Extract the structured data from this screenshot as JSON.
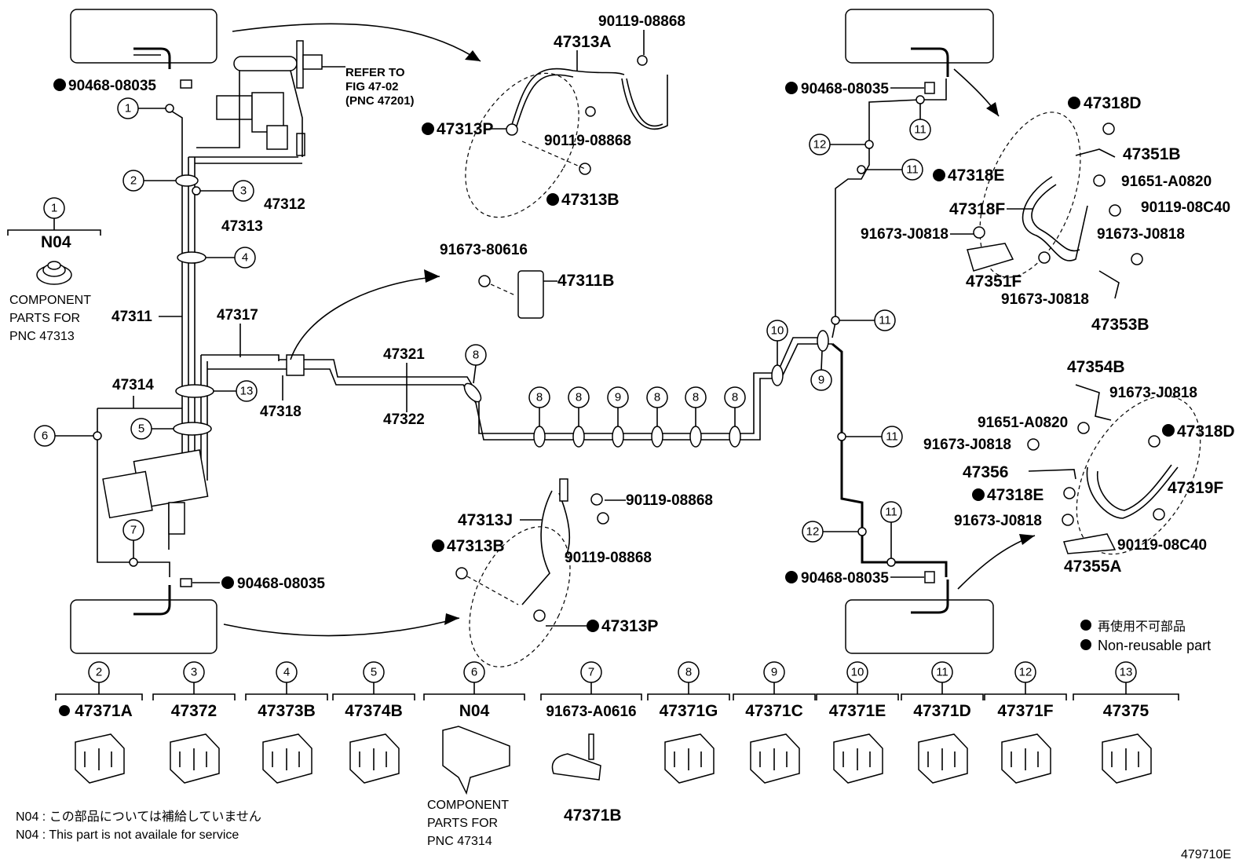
{
  "labels": {
    "p90468_tl": "90468-08035",
    "p90468_bl": "90468-08035",
    "p90468_tr": "90468-08035",
    "p90468_br": "90468-08035",
    "p47312": "47312",
    "p47313": "47313",
    "p47311": "47311",
    "p47317": "47317",
    "p47318": "47318",
    "p47314": "47314",
    "p47321": "47321",
    "p47322": "47322",
    "refer1": "REFER TO",
    "refer2": "FIG 47-02",
    "refer3": "(PNC 47201)",
    "p90119_a": "90119-08868",
    "p47313A": "47313A",
    "p47313P_t": "47313P",
    "p90119_b": "90119-08868",
    "p47313B_t": "47313B",
    "p91673_80616": "91673-80616",
    "p47311B": "47311B",
    "p47313J": "47313J",
    "p90119_c": "90119-08868",
    "p90119_d": "90119-08868",
    "p47313B_b": "47313B",
    "p47313P_b": "47313P",
    "p47318D_t": "47318D",
    "p47351B": "47351B",
    "p47318E_t": "47318E",
    "p91651_t": "91651-A0820",
    "p47318F": "47318F",
    "p90119_08C40_t": "90119-08C40",
    "p91673_J_1": "91673-J0818",
    "p91673_J_2": "91673-J0818",
    "p47351F": "47351F",
    "p91673_J_3": "91673-J0818",
    "p47353B": "47353B",
    "p47354B": "47354B",
    "p91673_J_4": "91673-J0818",
    "p91651_b": "91651-A0820",
    "p47318D_b": "47318D",
    "p91673_J_5": "91673-J0818",
    "p47356": "47356",
    "p47319F": "47319F",
    "p47318E_b": "47318E",
    "p91673_J_6": "91673-J0818",
    "p90119_08C40_b": "90119-08C40",
    "p47355A": "47355A",
    "n04_left": "N04",
    "comp1": "COMPONENT",
    "comp2": "PARTS FOR",
    "comp3": "PNC 47313"
  },
  "legend": {
    "jp": "再使用不可部品",
    "en": "Non-reusable part"
  },
  "bottom_parts": [
    {
      "num": "2",
      "part": "47371A",
      "bullet": true
    },
    {
      "num": "3",
      "part": "47372",
      "bullet": false
    },
    {
      "num": "4",
      "part": "47373B",
      "bullet": false
    },
    {
      "num": "5",
      "part": "47374B",
      "bullet": false
    },
    {
      "num": "6",
      "part": "N04",
      "bullet": false
    },
    {
      "num": "7",
      "part": "91673-A0616",
      "bullet": false
    },
    {
      "num": "8",
      "part": "47371G",
      "bullet": false
    },
    {
      "num": "9",
      "part": "47371C",
      "bullet": false
    },
    {
      "num": "10",
      "part": "47371E",
      "bullet": false
    },
    {
      "num": "11",
      "part": "47371D",
      "bullet": false
    },
    {
      "num": "12",
      "part": "47371F",
      "bullet": false
    },
    {
      "num": "13",
      "part": "47375",
      "bullet": false
    }
  ],
  "bottom_extra": {
    "p47371B": "47371B",
    "comp1": "COMPONENT",
    "comp2": "PARTS FOR",
    "comp3": "PNC 47314"
  },
  "notes": {
    "jp": "N04 : この部品については補給していません",
    "en": "N04 :  This part is not availale for service"
  },
  "figure_id": "479710E"
}
